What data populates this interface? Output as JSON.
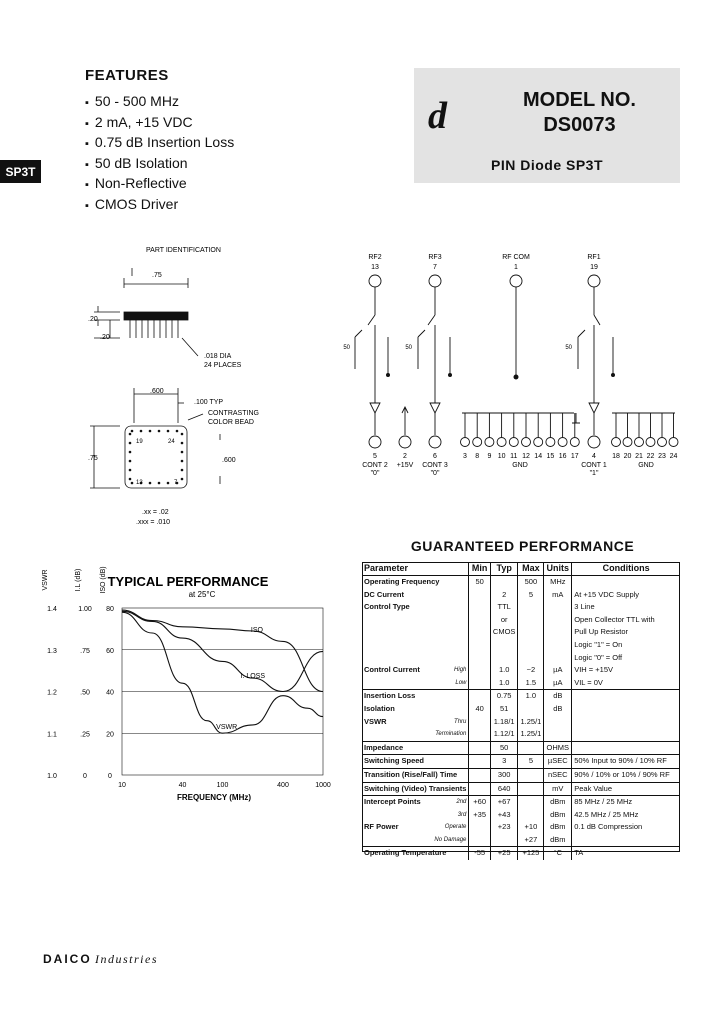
{
  "features": {
    "title": "FEATURES",
    "items": [
      "50 - 500 MHz",
      "2 mA, +15 VDC",
      "0.75 dB Insertion Loss",
      "50 dB Isolation",
      "Non-Reflective",
      "CMOS Driver"
    ]
  },
  "side_tab": "SP3T",
  "header": {
    "logo": "d",
    "model_line1": "MODEL NO.",
    "model_line2": "DS0073",
    "subtitle": "PIN Diode SP3T"
  },
  "outline": {
    "part_id": "PART IDENTIFICATION",
    "dim_75_top": ".75",
    "dim_20a": ".20",
    "dim_20b": ".20",
    "pin_dia_1": ".018 DIA",
    "pin_dia_2": "24 PLACES",
    "dim_600_top": ".600",
    "dim_100": ".100 TYP",
    "bead_1": "CONTRASTING",
    "bead_2": "COLOR BEAD",
    "dim_75_side": ".75",
    "dim_600_side": ".600",
    "pin_19": "19",
    "pin_24": "24",
    "pin_13": "13",
    "pin_7": "7",
    "tol_1": ".xx = .02",
    "tol_2": ".xxx = .010"
  },
  "schematic": {
    "top_ports": [
      {
        "name": "RF2",
        "pin": "13"
      },
      {
        "name": "RF3",
        "pin": "7"
      },
      {
        "name": "RF COM",
        "pin": "1"
      },
      {
        "name": "RF1",
        "pin": "19"
      }
    ],
    "resistor": "50",
    "bottom_pins_1": [
      "5",
      "2",
      "6"
    ],
    "bottom_labels_1": [
      "CONT 2",
      "+15V",
      "CONT 3"
    ],
    "bottom_quotes_1": [
      "\"0\"",
      "\"0\""
    ],
    "gnd_pins_1": [
      "3",
      "8",
      "9",
      "10",
      "11",
      "12",
      "14",
      "15",
      "16",
      "17"
    ],
    "gnd_label": "GND",
    "pin_4": "4",
    "cont1": "CONT 1",
    "cont1_quote": "\"1\"",
    "gnd_pins_2": [
      "18",
      "20",
      "21",
      "22",
      "23",
      "24"
    ]
  },
  "typical": {
    "title": "TYPICAL PERFORMANCE",
    "subtitle": "at 25°C",
    "axis_vswr": "VSWR",
    "axis_il": "I.L (dB)",
    "axis_iso": "ISO (dB)",
    "vswr_ticks": [
      "1.4",
      "1.3",
      "1.2",
      "1.1",
      "1.0"
    ],
    "il_ticks": [
      "1.00",
      ".75",
      ".50",
      ".25",
      "0"
    ],
    "iso_ticks": [
      "80",
      "60",
      "40",
      "20",
      "0"
    ],
    "x_ticks": [
      "10",
      "40",
      "100",
      "400",
      "1000"
    ],
    "xlabel": "FREQUENCY (MHz)",
    "curve_labels": [
      "ISO",
      "I. LOSS",
      "VSWR"
    ]
  },
  "chart_data": {
    "type": "line",
    "title": "TYPICAL PERFORMANCE",
    "subtitle": "at 25°C",
    "xlabel": "FREQUENCY (MHz)",
    "xscale": "log",
    "xlim": [
      10,
      1000
    ],
    "y_axes": [
      {
        "label": "VSWR",
        "ticks": [
          1.0,
          1.1,
          1.2,
          1.3,
          1.4
        ]
      },
      {
        "label": "I.L (dB)",
        "ticks": [
          0,
          0.25,
          0.5,
          0.75,
          1.0
        ]
      },
      {
        "label": "ISO (dB)",
        "ticks": [
          0,
          20,
          40,
          60,
          80
        ]
      }
    ],
    "series": [
      {
        "name": "ISO",
        "axis": "ISO (dB)",
        "x": [
          10,
          20,
          40,
          100,
          200,
          400,
          1000
        ],
        "values": [
          79,
          74,
          71,
          70,
          69,
          64,
          40
        ]
      },
      {
        "name": "I. LOSS",
        "axis": "I.L (dB)",
        "x": [
          10,
          20,
          40,
          100,
          200,
          400,
          1000
        ],
        "values": [
          0.98,
          0.92,
          0.82,
          0.68,
          0.58,
          0.5,
          0.74
        ]
      },
      {
        "name": "VSWR",
        "axis": "VSWR",
        "x": [
          10,
          20,
          40,
          70,
          100,
          200,
          400,
          700,
          1000
        ],
        "values": [
          1.39,
          1.34,
          1.22,
          1.13,
          1.1,
          1.12,
          1.19,
          1.16,
          1.14
        ]
      }
    ]
  },
  "performance": {
    "title": "GUARANTEED PERFORMANCE",
    "header": [
      "Parameter",
      "Min",
      "Typ",
      "Max",
      "Units",
      "Conditions"
    ],
    "rows": [
      {
        "p": "Operating Frequency",
        "s": "",
        "min": "50",
        "typ": "",
        "max": "500",
        "u": "MHz",
        "c": "",
        "sep": false
      },
      {
        "p": "DC Current",
        "s": "",
        "min": "",
        "typ": "2",
        "max": "5",
        "u": "mA",
        "c": "At +15 VDC Supply",
        "sep": false
      },
      {
        "p": "Control Type",
        "s": "",
        "min": "",
        "typ": "TTL",
        "max": "",
        "u": "",
        "c": "3 Line",
        "sep": false
      },
      {
        "p": "",
        "s": "",
        "min": "",
        "typ": "or",
        "max": "",
        "u": "",
        "c": "Open Collector TTL with",
        "sep": false
      },
      {
        "p": "",
        "s": "",
        "min": "",
        "typ": "CMOS",
        "max": "",
        "u": "",
        "c": "Pull Up Resistor",
        "sep": false
      },
      {
        "p": "",
        "s": "",
        "min": "",
        "typ": "",
        "max": "",
        "u": "",
        "c": "Logic \"1\" = On",
        "sep": false
      },
      {
        "p": "",
        "s": "",
        "min": "",
        "typ": "",
        "max": "",
        "u": "",
        "c": "Logic \"0\" = Off",
        "sep": false
      },
      {
        "p": "Control Current",
        "s": "High",
        "min": "",
        "typ": "1.0",
        "max": "~2",
        "u": "µA",
        "c": "VIH = +15V",
        "sep": false
      },
      {
        "p": "",
        "s": "Low",
        "min": "",
        "typ": "1.0",
        "max": "1.5",
        "u": "µA",
        "c": "VIL = 0V",
        "sep": false
      },
      {
        "p": "Insertion Loss",
        "s": "",
        "min": "",
        "typ": "0.75",
        "max": "1.0",
        "u": "dB",
        "c": "",
        "sep": true
      },
      {
        "p": "Isolation",
        "s": "",
        "min": "40",
        "typ": "51",
        "max": "",
        "u": "dB",
        "c": "",
        "sep": false
      },
      {
        "p": "VSWR",
        "s": "Thru",
        "min": "",
        "typ": "1.18/1",
        "max": "1.25/1",
        "u": "",
        "c": "",
        "sep": false
      },
      {
        "p": "",
        "s": "Termination",
        "min": "",
        "typ": "1.12/1",
        "max": "1.25/1",
        "u": "",
        "c": "",
        "sep": false
      },
      {
        "p": "Impedance",
        "s": "",
        "min": "",
        "typ": "50",
        "max": "",
        "u": "OHMS",
        "c": "",
        "sep": true
      },
      {
        "p": "Switching Speed",
        "s": "",
        "min": "",
        "typ": "3",
        "max": "5",
        "u": "µSEC",
        "c": "50% Input to 90% / 10% RF",
        "sep": true
      },
      {
        "p": "Transition (Rise/Fall) Time",
        "s": "",
        "min": "",
        "typ": "300",
        "max": "",
        "u": "nSEC",
        "c": "90% / 10% or 10% / 90% RF",
        "sep": true
      },
      {
        "p": "Switching (Video) Transients",
        "s": "",
        "min": "",
        "typ": "640",
        "max": "",
        "u": "mV",
        "c": "Peak Value",
        "sep": true
      },
      {
        "p": "Intercept Points",
        "s": "2nd",
        "min": "+60",
        "typ": "+67",
        "max": "",
        "u": "dBm",
        "c": "85 MHz / 25 MHz",
        "sep": true
      },
      {
        "p": "",
        "s": "3rd",
        "min": "+35",
        "typ": "+43",
        "max": "",
        "u": "dBm",
        "c": "42.5 MHz / 25 MHz",
        "sep": false
      },
      {
        "p": "RF Power",
        "s": "Operate",
        "min": "",
        "typ": "+23",
        "max": "+10",
        "u": "dBm",
        "c": "0.1 dB Compression",
        "sep": false
      },
      {
        "p": "",
        "s": "No Damage",
        "min": "",
        "typ": "",
        "max": "+27",
        "u": "dBm",
        "c": "",
        "sep": false
      },
      {
        "p": "Operating Temperature",
        "s": "",
        "min": "-55",
        "typ": "+25",
        "max": "+125",
        "u": "°C",
        "c": "TA",
        "sep": true
      }
    ]
  },
  "footer": {
    "brand": "DAICO",
    "industries": "Industries"
  }
}
